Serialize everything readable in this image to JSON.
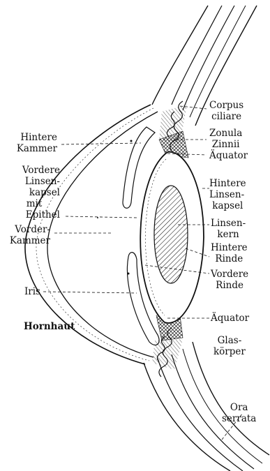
{
  "diagram": {
    "labels": {
      "corpus_ciliare": [
        "Corpus",
        "ciliare"
      ],
      "zonula_zinnii": [
        "Zonula",
        "Zinnii"
      ],
      "aequator_top": [
        "Äquator"
      ],
      "hintere_linsenkapsel": [
        "Hintere",
        "Linsen-",
        "kapsel"
      ],
      "linsenkern": [
        "Linsen-",
        "kern"
      ],
      "hintere_rinde": [
        "Hintere",
        "Rinde"
      ],
      "vordere_rinde": [
        "Vordere",
        "Rinde"
      ],
      "aequator_bottom": [
        "Äquator"
      ],
      "glaskoerper": [
        "Glas-",
        "körper"
      ],
      "ora_serrata": [
        "Ora",
        "serrata"
      ],
      "hintere_kammer": [
        "Hintere",
        "Kammer"
      ],
      "vordere_linsenkapsel": [
        "Vordere",
        "Linsen-",
        "kapsel",
        "mit",
        "Epithel"
      ],
      "vorder_kammer": [
        "Vorder-",
        "Kammer"
      ],
      "iris": [
        "Iris"
      ],
      "hornhaut": [
        "Hornhaut"
      ]
    }
  }
}
